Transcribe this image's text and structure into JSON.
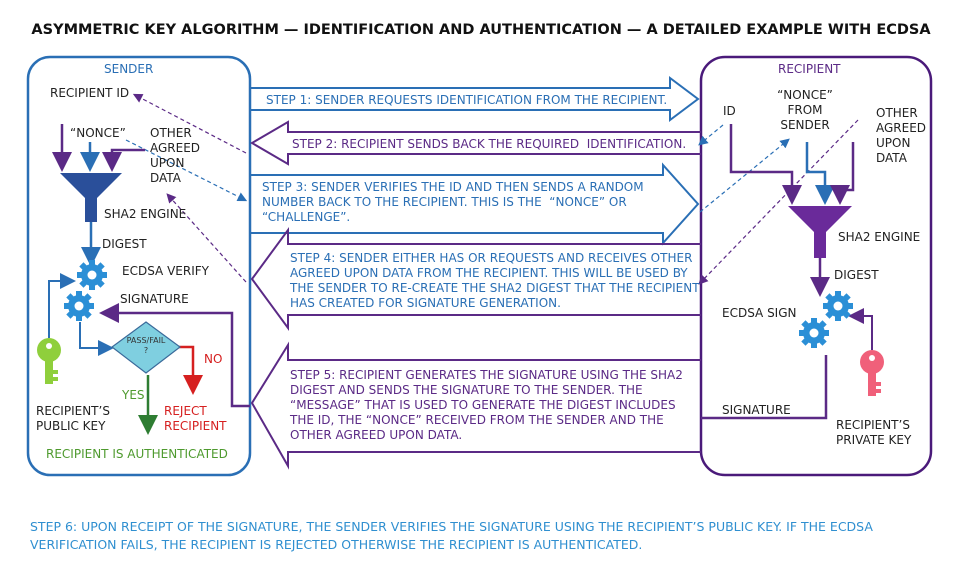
{
  "title": "ASYMMETRIC KEY ALGORITHM — IDENTIFICATION AND AUTHENTICATION — A DETAILED EXAMPLE WITH ECDSA",
  "sender": {
    "header": "SENDER",
    "recipient_id": "RECIPIENT ID",
    "nonce": "“NONCE”",
    "other_data": "OTHER\nAGREED\nUPON\nDATA",
    "sha2": "SHA2 ENGINE",
    "digest": "DIGEST",
    "verify": "ECDSA VERIFY",
    "signature": "SIGNATURE",
    "passfail": "PASS/FAIL\n?",
    "no": "NO",
    "yes": "YES",
    "reject": "REJECT\nRECIPIENT",
    "public_key": "RECIPIENT’S\nPUBLIC KEY",
    "authenticated": "RECIPIENT IS AUTHENTICATED"
  },
  "recipient": {
    "header": "RECIPIENT",
    "id": "ID",
    "nonce": "“NONCE”\nFROM\nSENDER",
    "other_data": "OTHER\nAGREED\nUPON\nDATA",
    "sha2": "SHA2 ENGINE",
    "digest": "DIGEST",
    "sign": "ECDSA SIGN",
    "signature": "SIGNATURE",
    "private_key": "RECIPIENT’S\nPRIVATE KEY"
  },
  "steps": [
    "STEP 1: SENDER REQUESTS IDENTIFICATION FROM THE RECIPIENT.",
    "STEP 2: RECIPIENT SENDS BACK THE REQUIRED  IDENTIFICATION.",
    "STEP 3: SENDER VERIFIES THE ID AND THEN SENDS A RANDOM\nNUMBER BACK TO THE RECIPIENT. THIS IS THE  “NONCE” OR\n“CHALLENGE”.",
    "STEP 4: SENDER EITHER HAS OR REQUESTS AND RECEIVES OTHER\nAGREED UPON DATA FROM THE RECIPIENT. THIS WILL BE USED BY\nTHE SENDER TO RE-CREATE THE SHA2 DIGEST THAT THE RECIPIENT\nHAS CREATED FOR SIGNATURE GENERATION.",
    "STEP 5: RECIPIENT GENERATES THE SIGNATURE USING THE SHA2\nDIGEST AND SENDS THE SIGNATURE TO THE SENDER. THE\n“MESSAGE” THAT IS USED TO GENERATE THE DIGEST INCLUDES\nTHE ID, THE “NONCE” RECEIVED FROM THE SENDER AND THE\nOTHER AGREED UPON DATA."
  ],
  "step6": "STEP 6: UPON RECEIPT OF THE SIGNATURE, THE SENDER VERIFIES THE SIGNATURE USING THE RECIPIENT’S PUBLIC KEY. IF THE ECDSA\nVERIFICATION FAILS, THE RECIPIENT IS REJECTED OTHERWISE THE RECIPIENT IS AUTHENTICATED.",
  "colors": {
    "blue": "#2a6fb5",
    "purple": "#5b2a86",
    "gear": "#2b8fd6",
    "green_key": "#8fcf3c",
    "red_key": "#f0607a",
    "decision": "#7fcfe0"
  },
  "icons": [
    "funnel-icon",
    "gear-icon",
    "key-icon",
    "decision-diamond-icon"
  ]
}
